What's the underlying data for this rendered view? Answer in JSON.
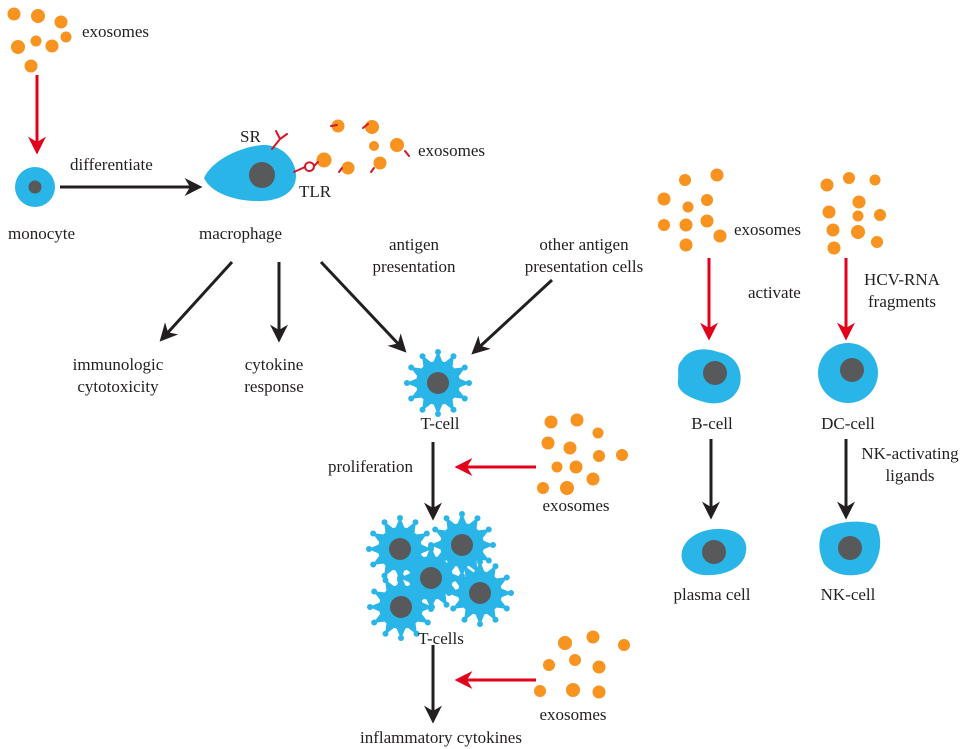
{
  "colors": {
    "cell": "#29b5e8",
    "nucleus": "#58595b",
    "exosome": "#f7931e",
    "red_arrow": "#e2001a",
    "black_arrow": "#231f20",
    "receptor": "#d7152a",
    "text": "#231f20"
  },
  "labels": {
    "exosomes_top": "exosomes",
    "differentiate": "differentiate",
    "monocyte": "monocyte",
    "sr": "SR",
    "tlr": "TLR",
    "exosomes_macrophage": "exosomes",
    "macrophage": "macrophage",
    "antigen_presentation_l1": "antigen",
    "antigen_presentation_l2": "presentation",
    "other_apc_l1": "other antigen",
    "other_apc_l2": "presentation cells",
    "immunologic_l1": "immunologic",
    "immunologic_l2": "cytotoxicity",
    "cytokine_l1": "cytokine",
    "cytokine_l2": "response",
    "tcell": "T-cell",
    "proliferation": "proliferation",
    "exosomes_prolif": "exosomes",
    "tcells": "T-cells",
    "exosomes_inflam": "exosomes",
    "inflammatory": "inflammatory cytokines",
    "exosomes_right": "exosomes",
    "activate": "activate",
    "hcv_l1": "HCV-RNA",
    "hcv_l2": "fragments",
    "bcell": "B-cell",
    "dccell": "DC-cell",
    "nk_ligands_l1": "NK-activating",
    "nk_ligands_l2": "ligands",
    "plasma": "plasma cell",
    "nkcell": "NK-cell"
  }
}
